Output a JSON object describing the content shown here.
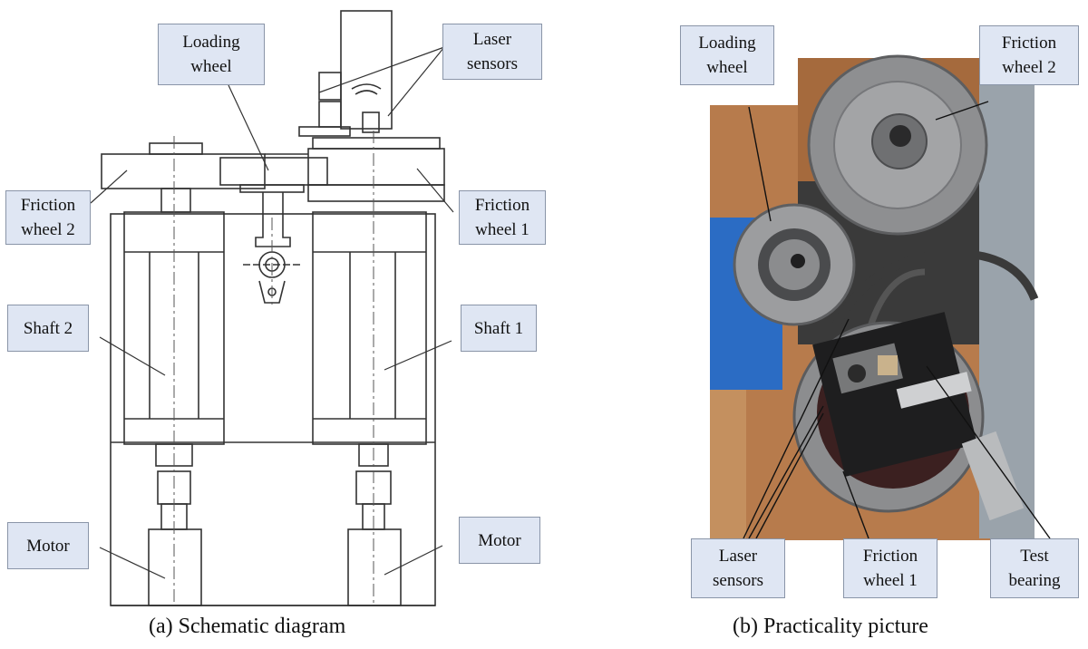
{
  "schematic": {
    "caption": "(a) Schematic diagram",
    "labels": {
      "loading_wheel": "Loading\nwheel",
      "laser_sensors": "Laser\nsensors",
      "friction_wheel_2": "Friction\nwheel 2",
      "friction_wheel_1": "Friction\nwheel 1",
      "shaft_2": "Shaft 2",
      "shaft_1": "Shaft 1",
      "motor_left": "Motor",
      "motor_right": "Motor"
    }
  },
  "photo": {
    "caption": "(b) Practicality picture",
    "labels": {
      "loading_wheel": "Loading\nwheel",
      "friction_wheel_2": "Friction\nwheel 2",
      "laser_sensors": "Laser\nsensors",
      "friction_wheel_1": "Friction\nwheel 1",
      "test_bearing": "Test\nbearing"
    }
  }
}
